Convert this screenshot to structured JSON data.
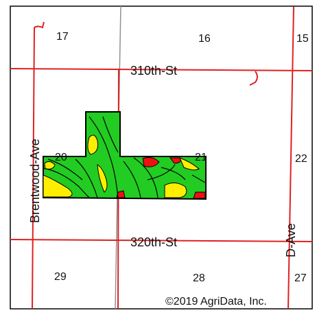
{
  "map": {
    "sections": {
      "s15": "15",
      "s16": "16",
      "s17": "17",
      "s20": "20",
      "s21": "21",
      "s22": "22",
      "s27": "27",
      "s28": "28",
      "s29": "29"
    },
    "roads": {
      "north": "310th-St",
      "south": "320th-St",
      "west": "Brentwood-Ave",
      "east": "D-Ave"
    },
    "copyright": "©2019 AgriData, Inc.",
    "colors": {
      "road": "#e02020",
      "boundary": "#909090",
      "green": "#22cc22",
      "yellow": "#ffee00",
      "red": "#ee1111",
      "outline": "#000000"
    }
  }
}
